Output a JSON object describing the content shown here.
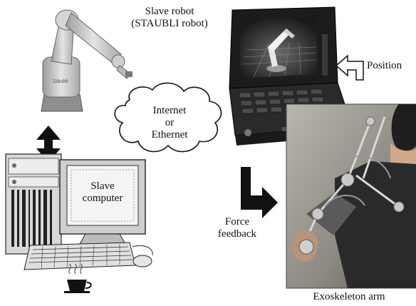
{
  "labels": {
    "slave_robot_line1": "Slave robot",
    "slave_robot_line2": "(STAUBLI robot)",
    "network_line1": "Internet",
    "network_line2": "or",
    "network_line3": "Ethernet",
    "slave_computer_line1": "Slave",
    "slave_computer_line2": "computer",
    "position": "Position",
    "force_line1": "Force",
    "force_line2": "feedback",
    "exoskeleton": "Exoskeleton arm"
  },
  "colors": {
    "background": "#ffffff",
    "ink": "#111111",
    "robot": "#cfcfcf",
    "laptop": "#1c1c1c",
    "screen": "#2a2a2a",
    "photo": "#8a8680"
  },
  "icons": [
    "industrial-robot-arm-icon",
    "double-arrow-icon",
    "cloud-icon",
    "laptop-icon",
    "desktop-computer-icon",
    "keyboard-icon",
    "mouse-icon",
    "coffee-cup-icon",
    "outline-arrow-icon",
    "bent-arrow-icon",
    "exoskeleton-photo"
  ]
}
